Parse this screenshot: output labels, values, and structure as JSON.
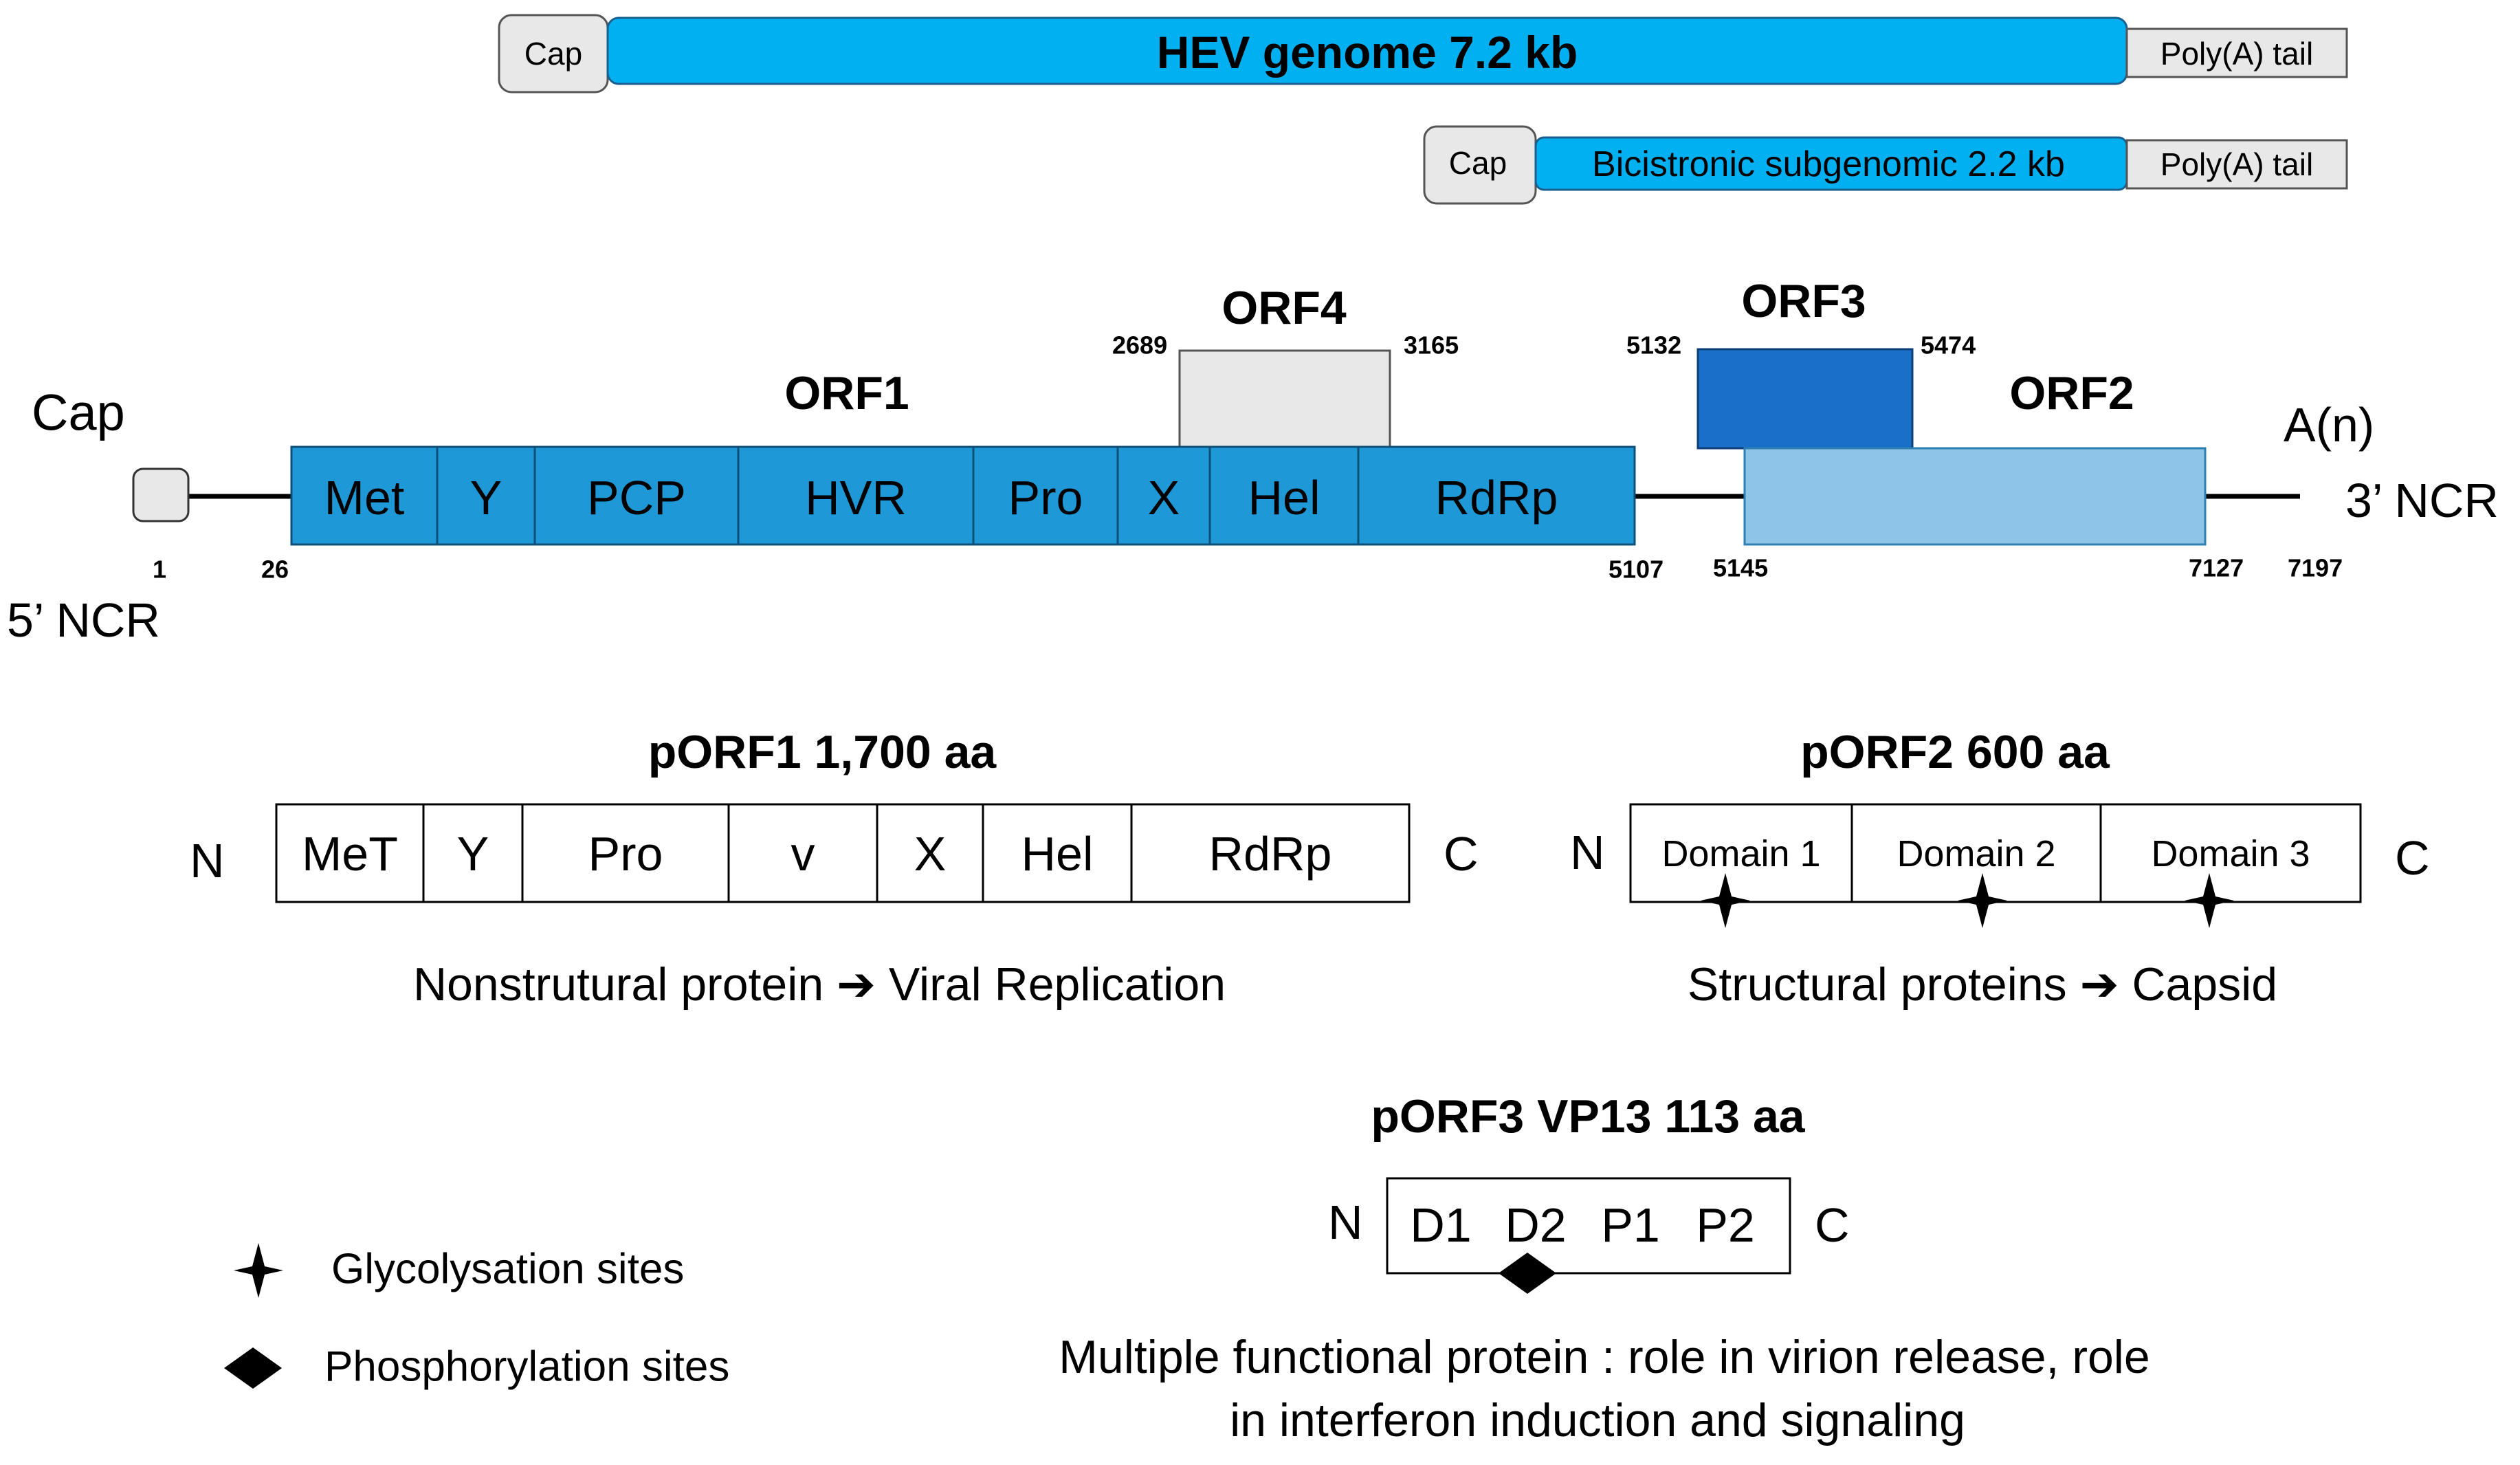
{
  "colors": {
    "genome_blue": "#00B0F0",
    "orf1_blue": "#1E98D6",
    "orf3_blue": "#1A6FC8",
    "orf2_lightblue": "#8DC4E8",
    "grey_box": "#E8E8E8",
    "black": "#000000",
    "white": "#FFFFFF"
  },
  "genome_bar": {
    "cap": "Cap",
    "label": "HEV genome 7.2 kb",
    "tail": "Poly(A) tail"
  },
  "subgenomic_bar": {
    "cap": "Cap",
    "label": "Bicistronic subgenomic 2.2 kb",
    "tail": "Poly(A) tail"
  },
  "map": {
    "cap_label": "Cap",
    "ncr5_label": "5’ NCR",
    "ncr3_label": "3’ NCR",
    "polya_label": "A(n)",
    "orf1_label": "ORF1",
    "orf2_label": "ORF2",
    "orf3_label": "ORF3",
    "orf4_label": "ORF4",
    "orf1_domains": [
      "Met",
      "Y",
      "PCP",
      "HVR",
      "Pro",
      "X",
      "Hel",
      "RdRp"
    ],
    "positions": {
      "p1": "1",
      "p26": "26",
      "p5107": "5107",
      "p5145": "5145",
      "p7127": "7127",
      "p7197": "7197",
      "p2689": "2689",
      "p3165": "3165",
      "p5132": "5132",
      "p5474": "5474"
    }
  },
  "porf1": {
    "title": "pORF1  1,700 aa",
    "n": "N",
    "c": "C",
    "domains": [
      "MeT",
      "Y",
      "Pro",
      "v",
      "X",
      "Hel",
      "RdRp"
    ],
    "caption": "Nonstrutural protein ➔ Viral Replication"
  },
  "porf2": {
    "title": "pORF2 600 aa",
    "n": "N",
    "c": "C",
    "domains": [
      "Domain 1",
      "Domain 2",
      "Domain 3"
    ],
    "caption": "Structural proteins ➔ Capsid"
  },
  "porf3": {
    "title": "pORF3 VP13  113 aa",
    "n": "N",
    "c": "C",
    "domains": [
      "D1",
      "D2",
      "P1",
      "P2"
    ],
    "caption_line1": "Multiple functional protein : role in virion release, role",
    "caption_line2": "in interferon induction and signaling"
  },
  "legend": {
    "glycosylation": "Glycolysation  sites",
    "phosphorylation": "Phosphorylation  sites"
  }
}
